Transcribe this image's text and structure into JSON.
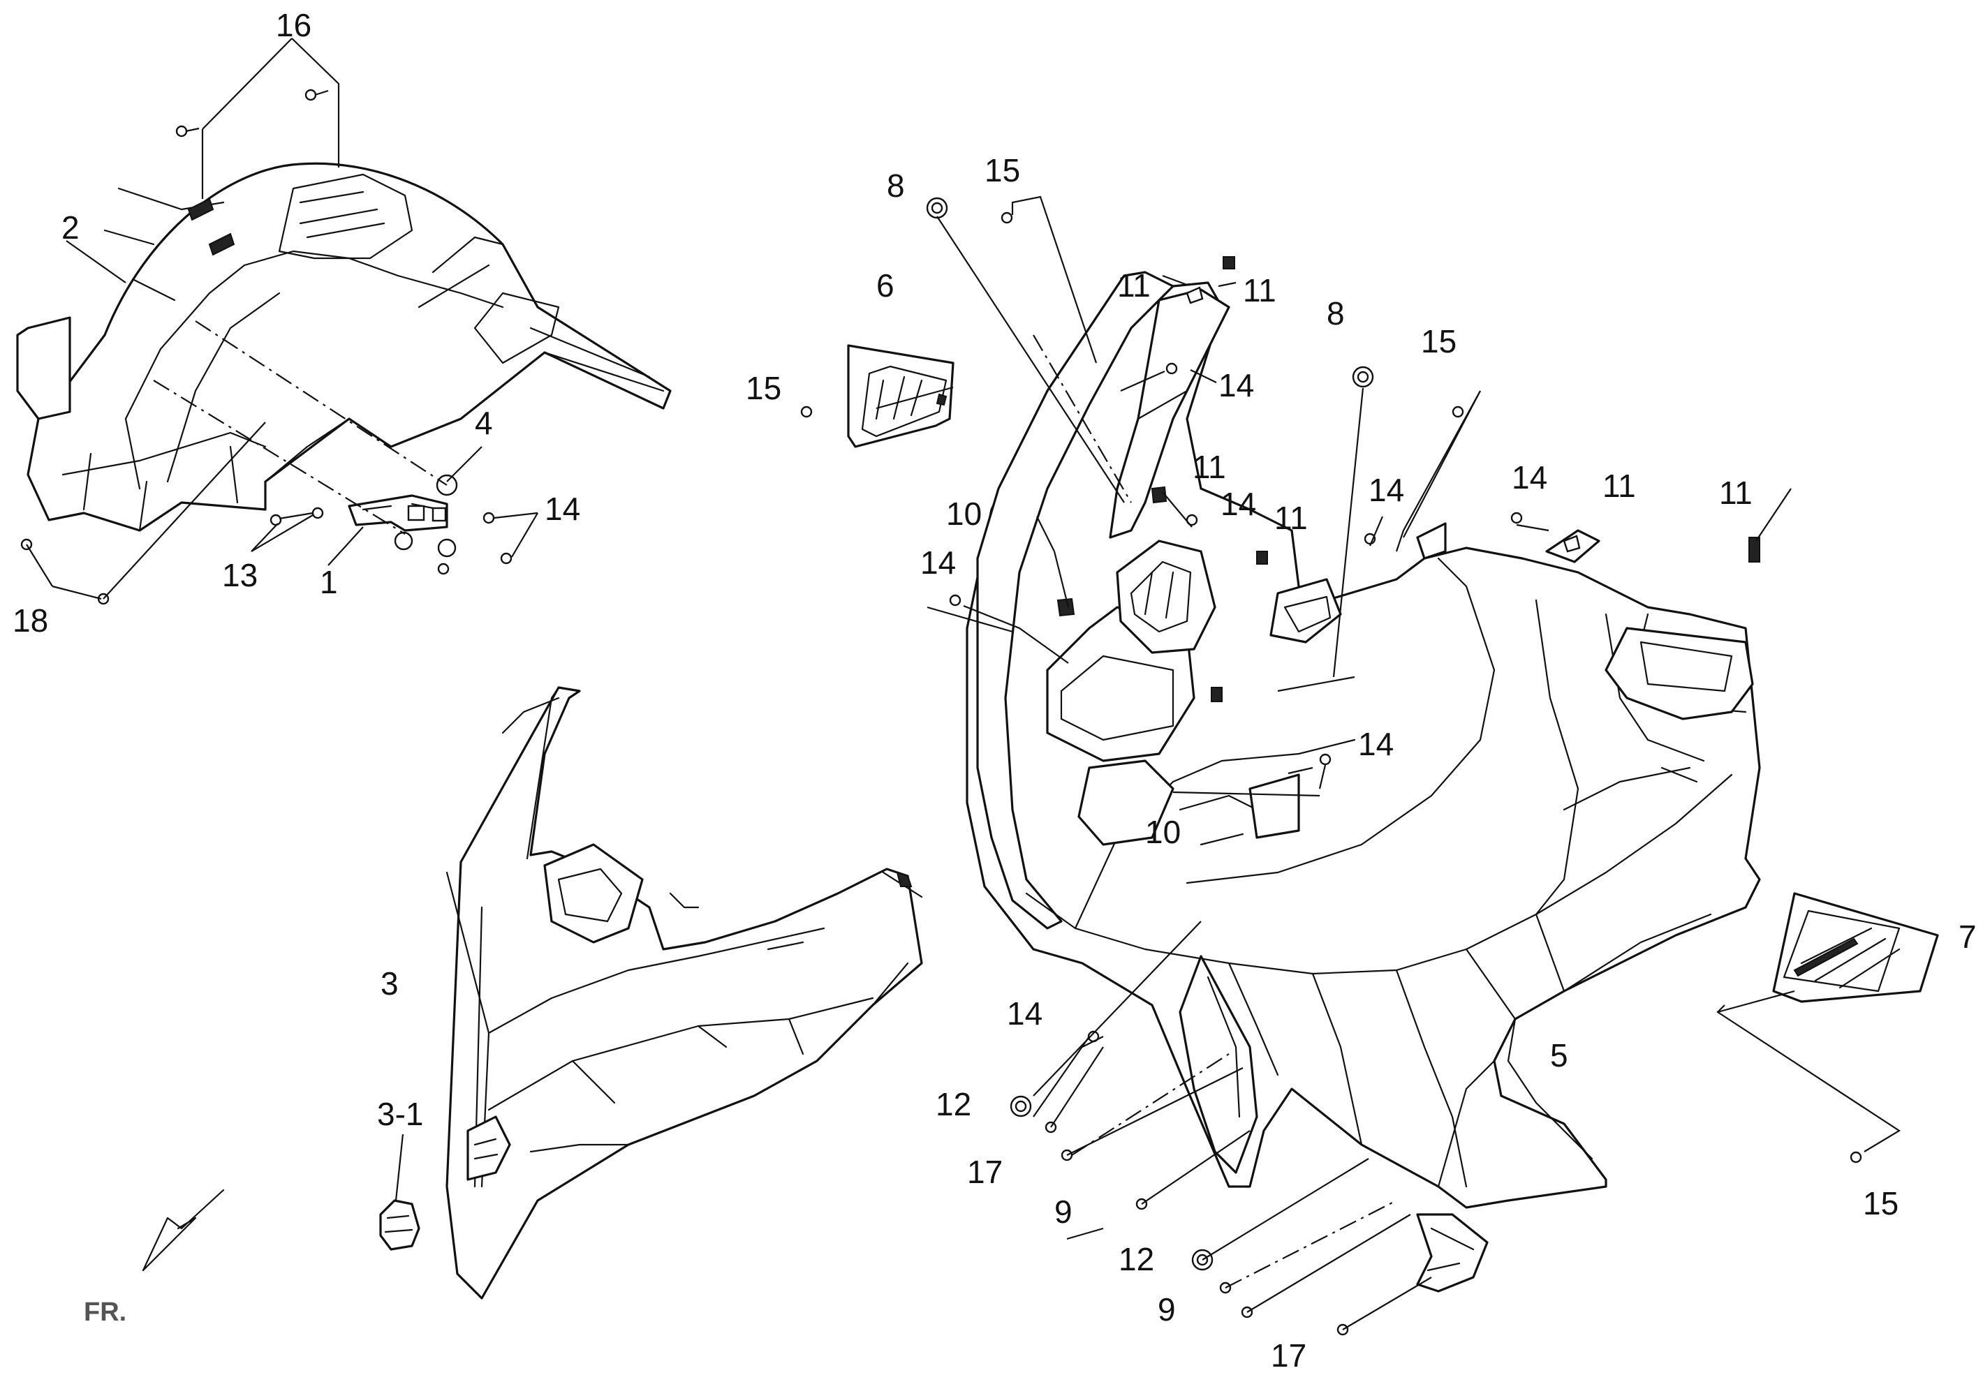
{
  "diagram": {
    "callouts": [
      {
        "id": "c1",
        "text": "1"
      },
      {
        "id": "c2",
        "text": "2"
      },
      {
        "id": "c3",
        "text": "3"
      },
      {
        "id": "c3_1",
        "text": "3-1"
      },
      {
        "id": "c4",
        "text": "4"
      },
      {
        "id": "c5",
        "text": "5"
      },
      {
        "id": "c6",
        "text": "6"
      },
      {
        "id": "c7",
        "text": "7"
      },
      {
        "id": "c8a",
        "text": "8"
      },
      {
        "id": "c8b",
        "text": "8"
      },
      {
        "id": "c9a",
        "text": "9"
      },
      {
        "id": "c9b",
        "text": "9"
      },
      {
        "id": "c10a",
        "text": "10"
      },
      {
        "id": "c10b",
        "text": "10"
      },
      {
        "id": "c11a",
        "text": "11"
      },
      {
        "id": "c11b",
        "text": "11"
      },
      {
        "id": "c11c",
        "text": "11"
      },
      {
        "id": "c11d",
        "text": "11"
      },
      {
        "id": "c11e",
        "text": "11"
      },
      {
        "id": "c11f",
        "text": "11"
      },
      {
        "id": "c12a",
        "text": "12"
      },
      {
        "id": "c12b",
        "text": "12"
      },
      {
        "id": "c13",
        "text": "13"
      },
      {
        "id": "c14a",
        "text": "14"
      },
      {
        "id": "c14b",
        "text": "14"
      },
      {
        "id": "c14c",
        "text": "14"
      },
      {
        "id": "c14d",
        "text": "14"
      },
      {
        "id": "c14e",
        "text": "14"
      },
      {
        "id": "c14f",
        "text": "14"
      },
      {
        "id": "c14g",
        "text": "14"
      },
      {
        "id": "c14h",
        "text": "14"
      },
      {
        "id": "c15a",
        "text": "15"
      },
      {
        "id": "c15b",
        "text": "15"
      },
      {
        "id": "c15c",
        "text": "15"
      },
      {
        "id": "c15d",
        "text": "15"
      },
      {
        "id": "c16",
        "text": "16"
      },
      {
        "id": "c17a",
        "text": "17"
      },
      {
        "id": "c17b",
        "text": "17"
      },
      {
        "id": "c18",
        "text": "18"
      }
    ],
    "direction_label": "FR."
  }
}
